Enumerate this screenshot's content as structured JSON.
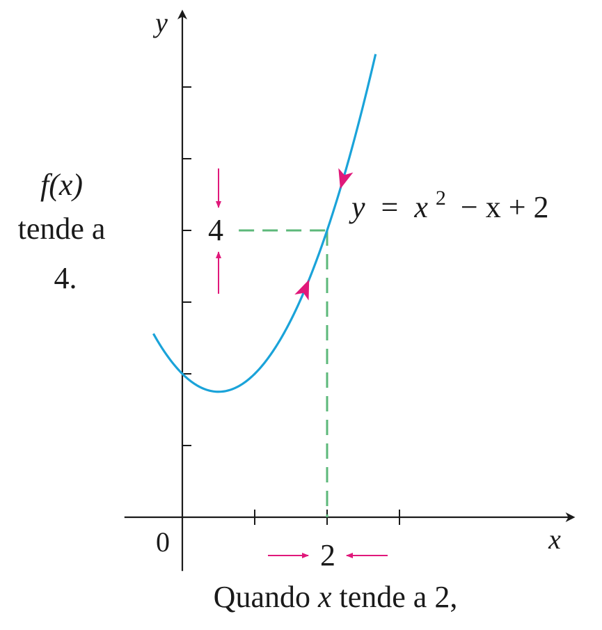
{
  "chart_data": {
    "type": "line",
    "function_label": {
      "lhs": "y",
      "eq": "=",
      "x": "x",
      "sup": "2",
      "rest": "− x + 2"
    },
    "xlabel": "x",
    "ylabel": "y",
    "origin_label": "0",
    "x_tick_label": "2",
    "y_tick_label": "4",
    "xlim": [
      -0.8,
      5.4
    ],
    "ylim": [
      -0.75,
      7.05
    ],
    "x_ticks": [
      1,
      2,
      3
    ],
    "y_ticks": [
      1,
      2,
      3,
      4,
      5,
      6
    ],
    "curve": {
      "expr": "x^2 - x + 2",
      "x_start": -0.4,
      "x_end": 2.67
    },
    "limit_point": {
      "x": 2,
      "y": 4
    },
    "left_note": [
      "f(x)",
      "tende a",
      "4."
    ],
    "bottom_note": {
      "before": "Quando ",
      "var": "x",
      "after": " tende a 2,"
    },
    "colors": {
      "curve": "#1aa3d9",
      "arrow": "#e0187a",
      "dashed": "#5cb87a",
      "axis": "#1a1a1a"
    }
  }
}
